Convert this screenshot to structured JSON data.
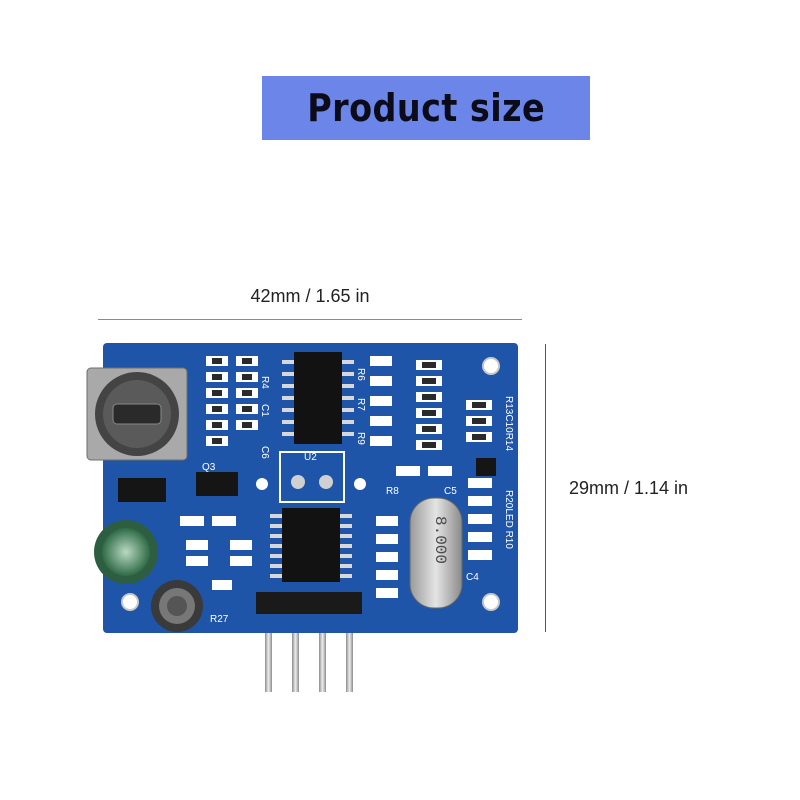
{
  "header": {
    "title": "Product size",
    "banner_color": "#6b86e8"
  },
  "dimensions": {
    "width_label": "42mm  /  1.65 in",
    "height_label": "29mm  /  1.14 in"
  },
  "board": {
    "pcb_color": "#1e55a8",
    "labels": {
      "r4": "R4",
      "r6": "R6",
      "r7": "R7",
      "r9": "R9",
      "c1": "C1",
      "c6": "C6",
      "q3": "Q3",
      "u2": "U2",
      "r8": "R8",
      "c5": "C5",
      "c4": "C4",
      "r27": "R27",
      "r13": "R13C10R14",
      "r20": "R20LED R10",
      "crystal": "8.000"
    }
  }
}
